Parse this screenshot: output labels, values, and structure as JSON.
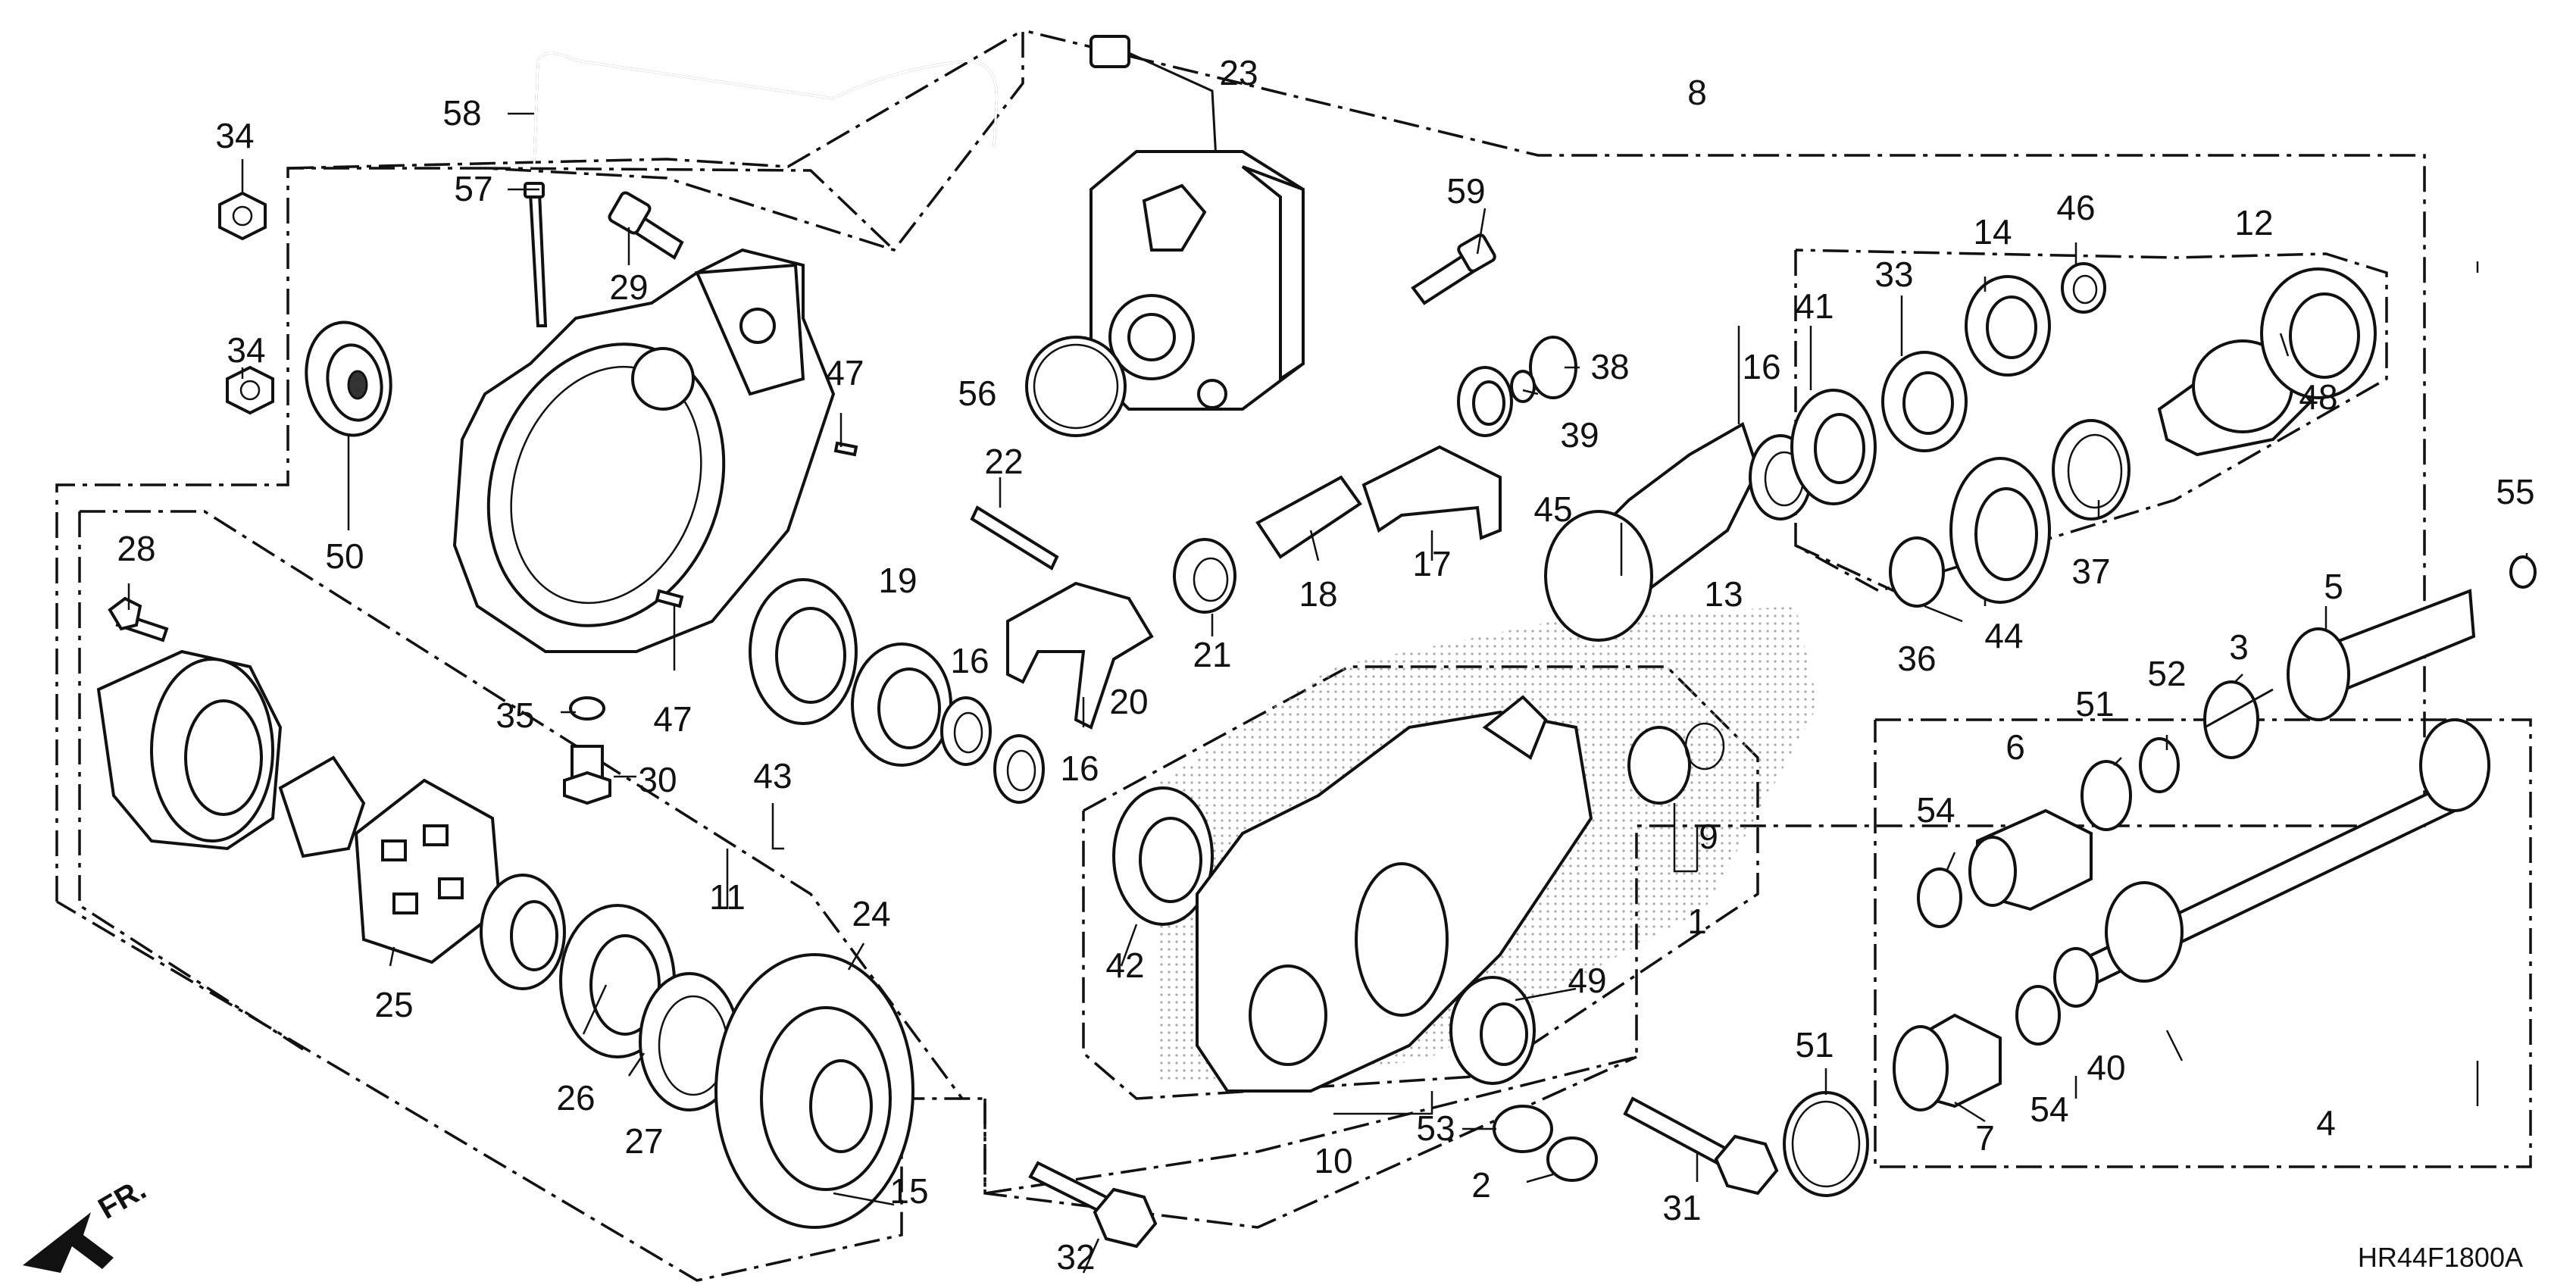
{
  "diagram_code": "HR44F1800A",
  "direction_label": "FR.",
  "callouts": [
    "1",
    "2",
    "3",
    "4",
    "5",
    "6",
    "7",
    "8",
    "9",
    "10",
    "11",
    "12",
    "13",
    "14",
    "15",
    "16",
    "16",
    "16",
    "16",
    "17",
    "18",
    "19",
    "20",
    "21",
    "22",
    "23",
    "24",
    "25",
    "26",
    "27",
    "28",
    "29",
    "30",
    "31",
    "32",
    "33",
    "34",
    "34",
    "35",
    "36",
    "37",
    "38",
    "39",
    "40",
    "41",
    "42",
    "43",
    "44",
    "45",
    "46",
    "47",
    "47",
    "48",
    "49",
    "50",
    "51",
    "51",
    "52",
    "53",
    "54",
    "54",
    "55",
    "56",
    "57",
    "58",
    "59"
  ],
  "colors": {
    "line": "#111111",
    "background": "#ffffff",
    "shading": "#bdbdbd"
  }
}
